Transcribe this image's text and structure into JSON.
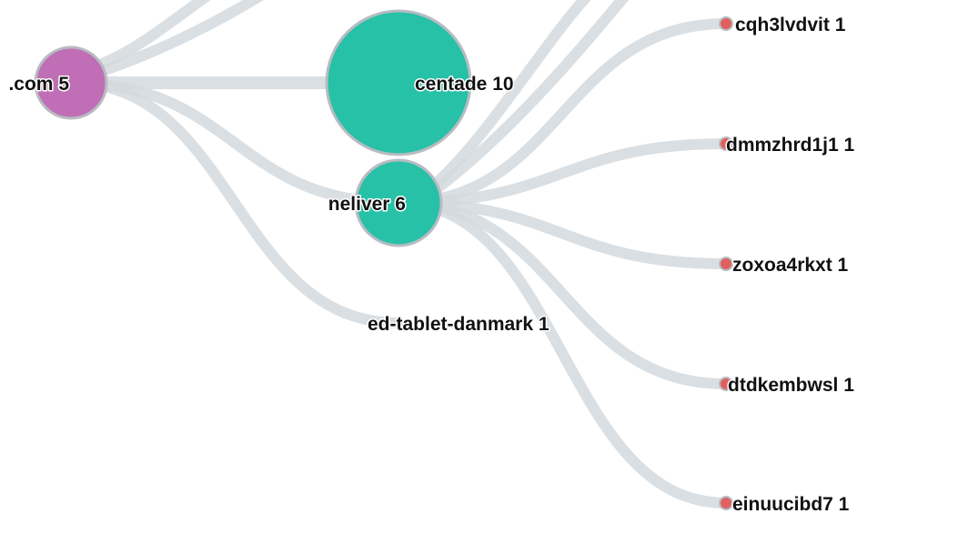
{
  "colors": {
    "root": "#c06fb6",
    "mid": "#27c1a7",
    "leaf": "#e06060",
    "node_stroke": "#b8bcc2",
    "link": "#d4d9de"
  },
  "nodes": [
    {
      "id": "root",
      "label": ".com 5",
      "value": 5,
      "color": "root"
    },
    {
      "id": "centade",
      "label": "centade 10",
      "value": 10,
      "color": "mid"
    },
    {
      "id": "neliver",
      "label": "neliver 6",
      "value": 6,
      "color": "mid"
    },
    {
      "id": "edtablet",
      "label": "ed-tablet-danmark 1",
      "value": 1,
      "color": "mid"
    },
    {
      "id": "cqh",
      "label": "cqh3lvdvit 1",
      "value": 1,
      "color": "leaf"
    },
    {
      "id": "dmm",
      "label": "dmmzhrd1j1 1",
      "value": 1,
      "color": "leaf"
    },
    {
      "id": "zox",
      "label": "zoxoa4rkxt 1",
      "value": 1,
      "color": "leaf"
    },
    {
      "id": "dtd",
      "label": "dtdkembwsl 1",
      "value": 1,
      "color": "leaf"
    },
    {
      "id": "ein",
      "label": "einuucibd7 1",
      "value": 1,
      "color": "leaf"
    }
  ],
  "edges": [
    {
      "from": "root",
      "to": "centade"
    },
    {
      "from": "root",
      "to": "neliver"
    },
    {
      "from": "root",
      "to": "edtablet"
    },
    {
      "from": "neliver",
      "to": "cqh"
    },
    {
      "from": "neliver",
      "to": "dmm"
    },
    {
      "from": "neliver",
      "to": "zox"
    },
    {
      "from": "neliver",
      "to": "dtd"
    },
    {
      "from": "neliver",
      "to": "ein"
    }
  ]
}
